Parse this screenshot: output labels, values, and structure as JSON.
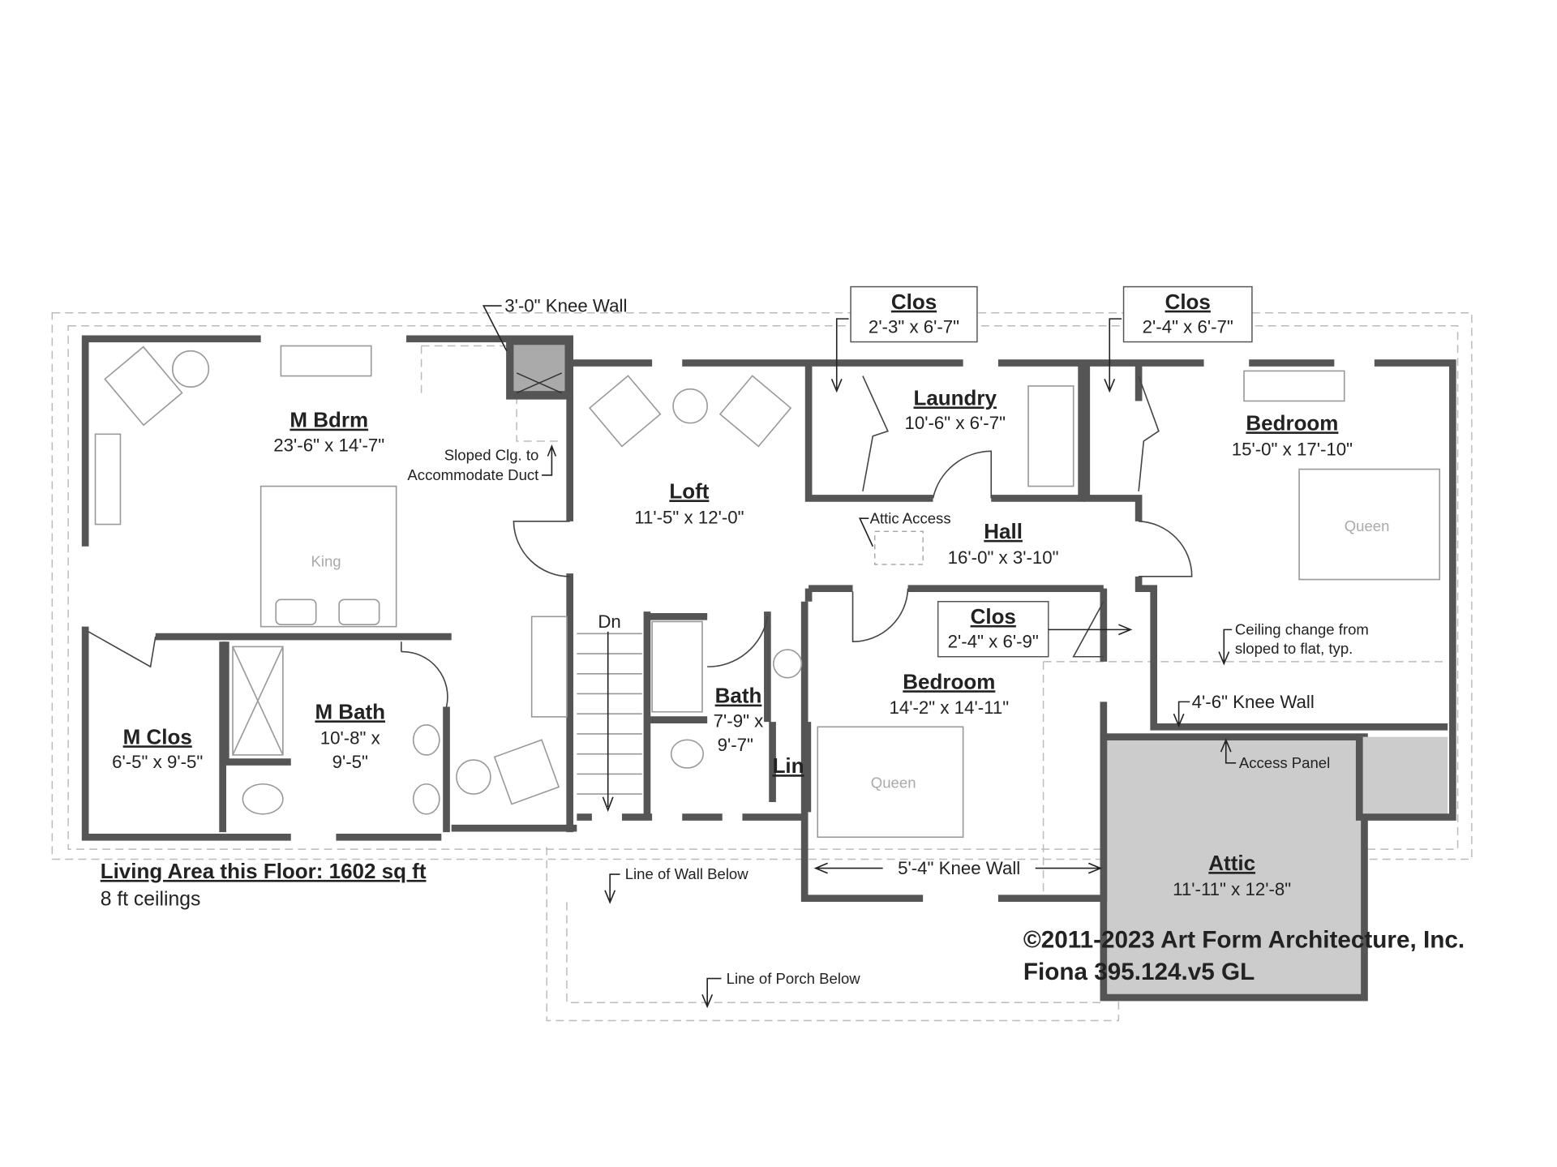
{
  "rooms": {
    "m_bdrm": {
      "name": "M Bdrm",
      "size": "23'-6\" x 14'-7\""
    },
    "loft": {
      "name": "Loft",
      "size": "11'-5\" x 12'-0\""
    },
    "laundry": {
      "name": "Laundry",
      "size": "10'-6\" x 6'-7\""
    },
    "clos_laundry": {
      "name": "Clos",
      "size": "2'-3\" x 6'-7\""
    },
    "clos_bedroom": {
      "name": "Clos",
      "size": "2'-4\" x 6'-7\""
    },
    "bedroom_right": {
      "name": "Bedroom",
      "size": "15'-0\" x 17'-10\""
    },
    "hall": {
      "name": "Hall",
      "size": "16'-0\" x 3'-10\""
    },
    "clos_bedroom2": {
      "name": "Clos",
      "size": "2'-4\" x 6'-9\""
    },
    "bedroom_mid": {
      "name": "Bedroom",
      "size": "14'-2\" x 14'-11\""
    },
    "m_clos": {
      "name": "M Clos",
      "size": "6'-5\" x 9'-5\""
    },
    "m_bath": {
      "name": "M Bath",
      "size_line1": "10'-8\" x",
      "size_line2": "9'-5\""
    },
    "bath": {
      "name": "Bath",
      "size_line1": "7'-9\" x",
      "size_line2": "9'-7\""
    },
    "lin": {
      "name": "Lin"
    },
    "attic": {
      "name": "Attic",
      "size": "11'-11\" x 12'-8\""
    }
  },
  "notes": {
    "knee_wall_3": "3'-0\" Knee Wall",
    "sloped_1": "Sloped Clg. to",
    "sloped_2": "Accommodate Duct",
    "attic_access": "Attic Access",
    "ceiling_1": "Ceiling change from",
    "ceiling_2": "sloped to flat, typ.",
    "knee_wall_46": "4'-6\" Knee Wall",
    "access_panel": "Access Panel",
    "knee_wall_54": "5'-4\" Knee Wall",
    "wall_below": "Line of Wall Below",
    "porch_below": "Line of Porch Below",
    "stairs": "Dn"
  },
  "furniture": {
    "bed_king": "King",
    "bed_queen_right": "Queen",
    "bed_queen_mid": "Queen"
  },
  "summary": {
    "living_area": "Living Area this Floor: 1602 sq ft",
    "ceilings": "8 ft ceilings"
  },
  "credits": {
    "copyright": "©2011-2023 Art Form Architecture, Inc.",
    "plan_id": "Fiona 395.124.v5 GL"
  },
  "colors": {
    "wall": "#555555",
    "attic_fill": "#cccccc"
  }
}
